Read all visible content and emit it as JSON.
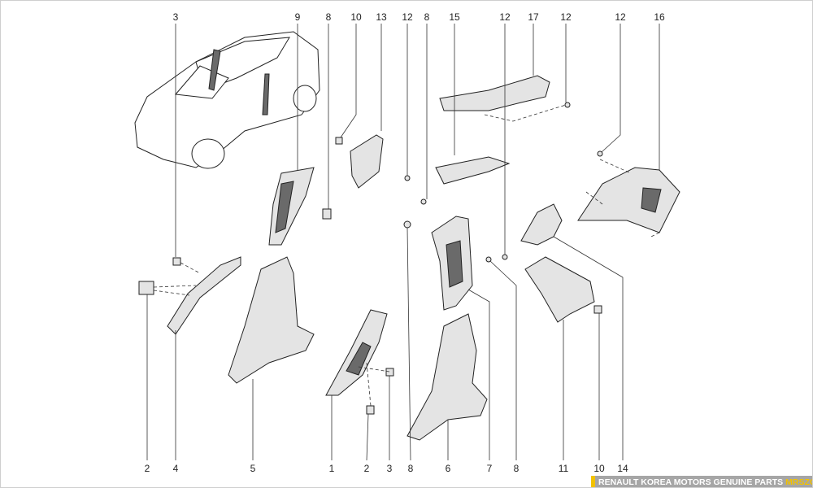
{
  "diagram": {
    "top_callouts": [
      "3",
      "9",
      "8",
      "10",
      "13",
      "12",
      "8",
      "15",
      "12",
      "17",
      "12",
      "12",
      "16"
    ],
    "bottom_callouts": [
      "2",
      "4",
      "5",
      "1",
      "2",
      "3",
      "8",
      "6",
      "7",
      "8",
      "11",
      "10",
      "14"
    ]
  },
  "footer": {
    "text": "RENAULT KOREA MOTORS GENUINE PARTS",
    "brand": "MRSZONE",
    "accent_color": "#f2c200",
    "bg_color": "#a6a6a6"
  }
}
